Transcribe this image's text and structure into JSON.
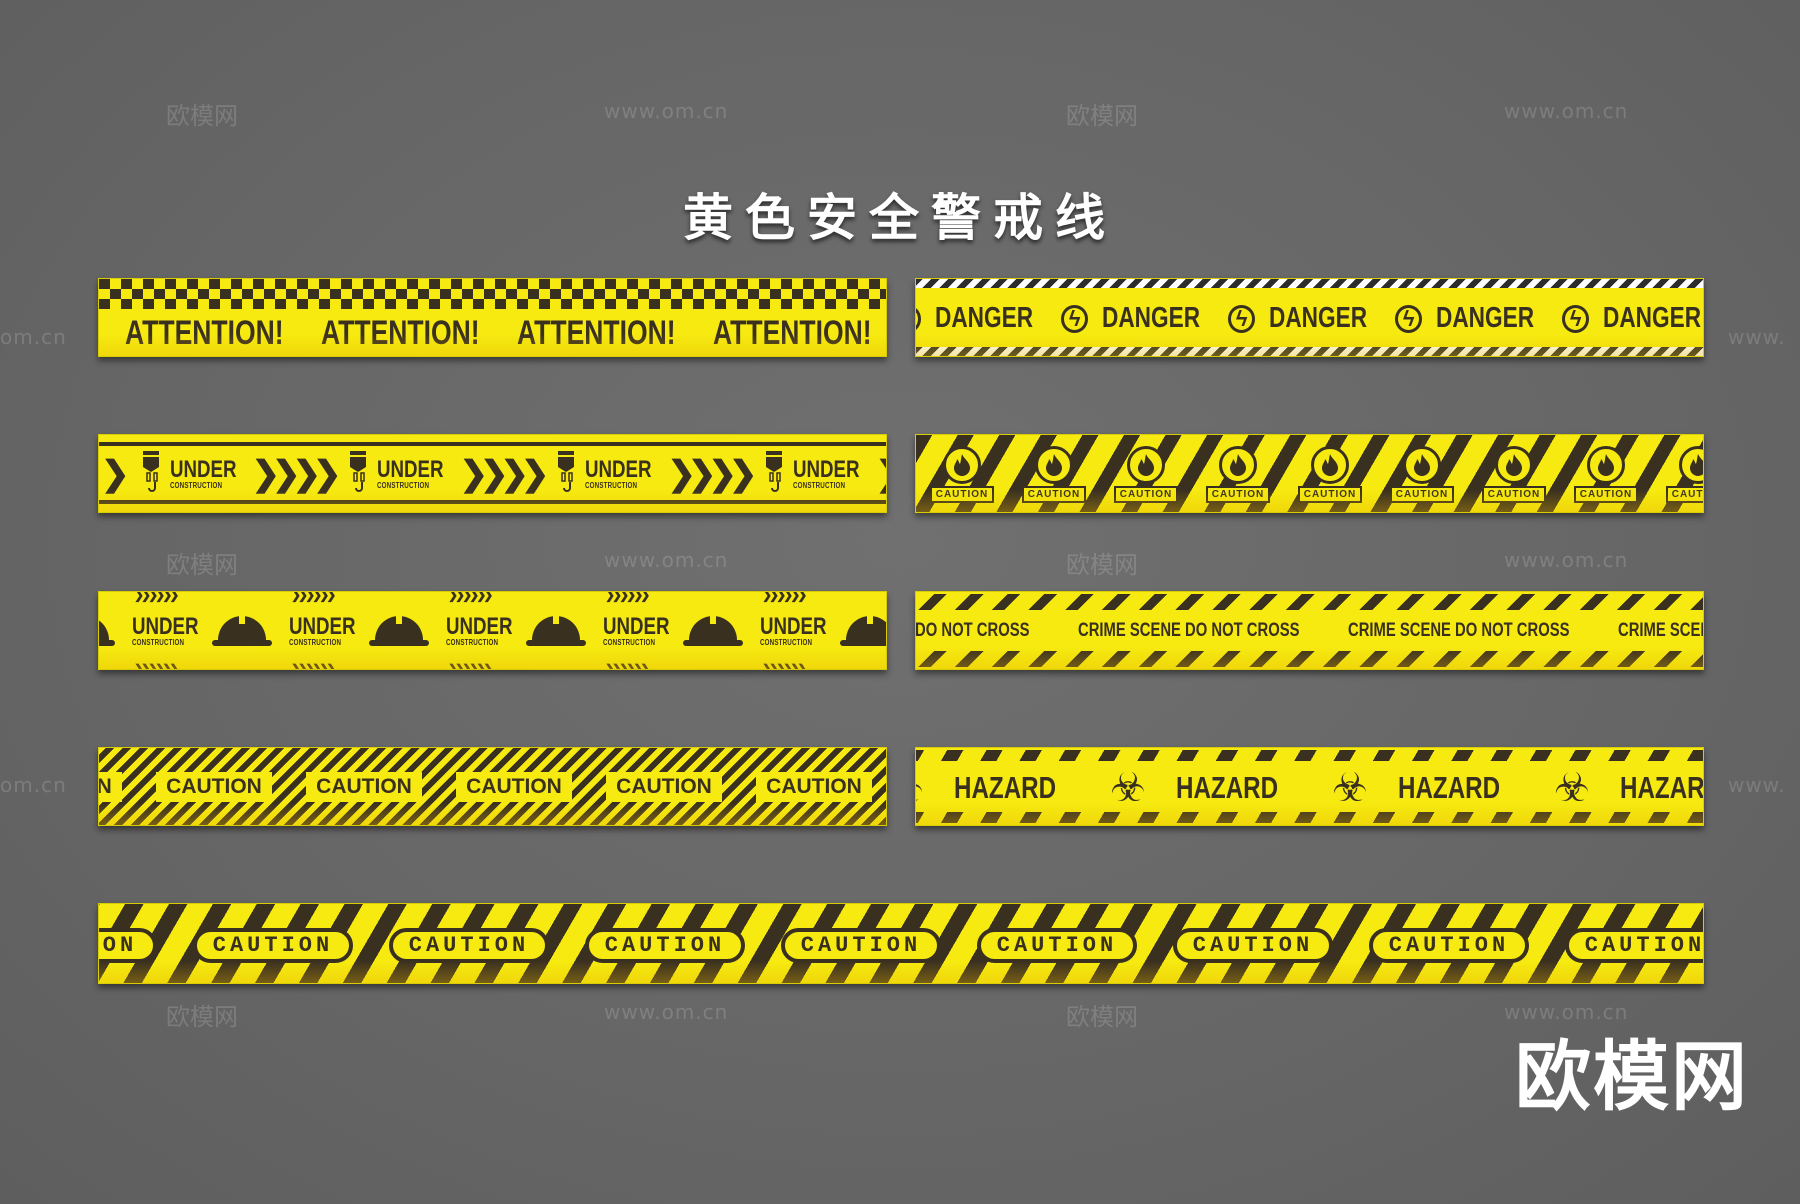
{
  "title": "黄色安全警戒线",
  "watermarks": {
    "logo_text": "欧模网",
    "url_text": "www.om.cn",
    "partial_left": "om.cn",
    "partial_right": "www."
  },
  "brand_logo": "欧模网",
  "colors": {
    "tape_yellow": "#f6ea10",
    "ink": "#3a3020",
    "background": "#666666"
  },
  "tapes": [
    {
      "id": "attention",
      "pattern": "checker-top",
      "items": [
        "ATTENTION!",
        "ATTENTION!",
        "ATTENTION!",
        "ATTENTION!"
      ]
    },
    {
      "id": "danger",
      "pattern": "white-black-hatch-borders",
      "icon": "lightning-icon",
      "items": [
        "DANGER",
        "DANGER",
        "DANGER",
        "DANGER",
        "DANGER"
      ]
    },
    {
      "id": "under-construction",
      "pattern": "double-lines",
      "icon": "crane-hook-icon",
      "title": "UNDER",
      "subtitle": "CONSTRUCTION",
      "count": 4
    },
    {
      "id": "fire-caution",
      "pattern": "wide-diagonal",
      "icon": "fire-icon",
      "items": [
        "CAUTION",
        "CAUTION",
        "CAUTION",
        "CAUTION",
        "CAUTION",
        "CAUTION",
        "CAUTION",
        "CAUTION",
        "CAUTION"
      ]
    },
    {
      "id": "hardhat",
      "pattern": "chevrons",
      "icon": "hard-hat-icon",
      "title": "UNDER",
      "subtitle": "CONSTRUCTION",
      "count": 5
    },
    {
      "id": "crime-scene",
      "pattern": "hatched-bands",
      "items": [
        "CRIME SCENE DO NOT CROSS",
        "CRIME SCENE DO NOT CROSS",
        "CRIME SCENE DO NOT CROSS",
        "CRIME SCENE DO NOT CROSS"
      ]
    },
    {
      "id": "dense-caution",
      "pattern": "dense-diagonal",
      "items": [
        "CAUTION",
        "CAUTION",
        "CAUTION",
        "CAUTION",
        "CAUTION",
        "CAUTION"
      ]
    },
    {
      "id": "hazard",
      "pattern": "dashed-bands",
      "icon": "biohazard-icon",
      "items": [
        "HAZARD",
        "HAZARD",
        "HAZARD",
        "HAZARD"
      ]
    },
    {
      "id": "big-caution",
      "pattern": "wide-diagonal",
      "items": [
        "CAUTION",
        "CAUTION",
        "CAUTION",
        "CAUTION",
        "CAUTION",
        "CAUTION",
        "CAUTION",
        "CAUTION",
        "CAUTION"
      ]
    }
  ]
}
